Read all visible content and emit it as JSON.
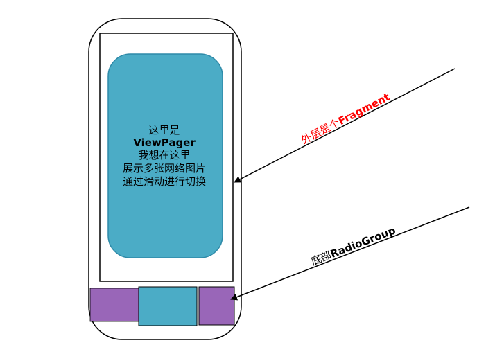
{
  "viewpager": {
    "lines": [
      "这里是",
      "ViewPager",
      "我想在这里",
      "展示多张网络图片",
      "通过滑动进行切换"
    ]
  },
  "fragment_label": {
    "prefix": "外层是个",
    "suffix": "Fragment",
    "color": "#ff0000"
  },
  "radiogroup_label": {
    "prefix": "底部",
    "suffix": "RadioGroup",
    "color": "#000000"
  },
  "colors": {
    "viewpager_fill": "#4bacc6",
    "viewpager_stroke": "#2e8aa8",
    "tab_side_fill": "#9966b8",
    "tab_mid_fill": "#4bacc6"
  }
}
